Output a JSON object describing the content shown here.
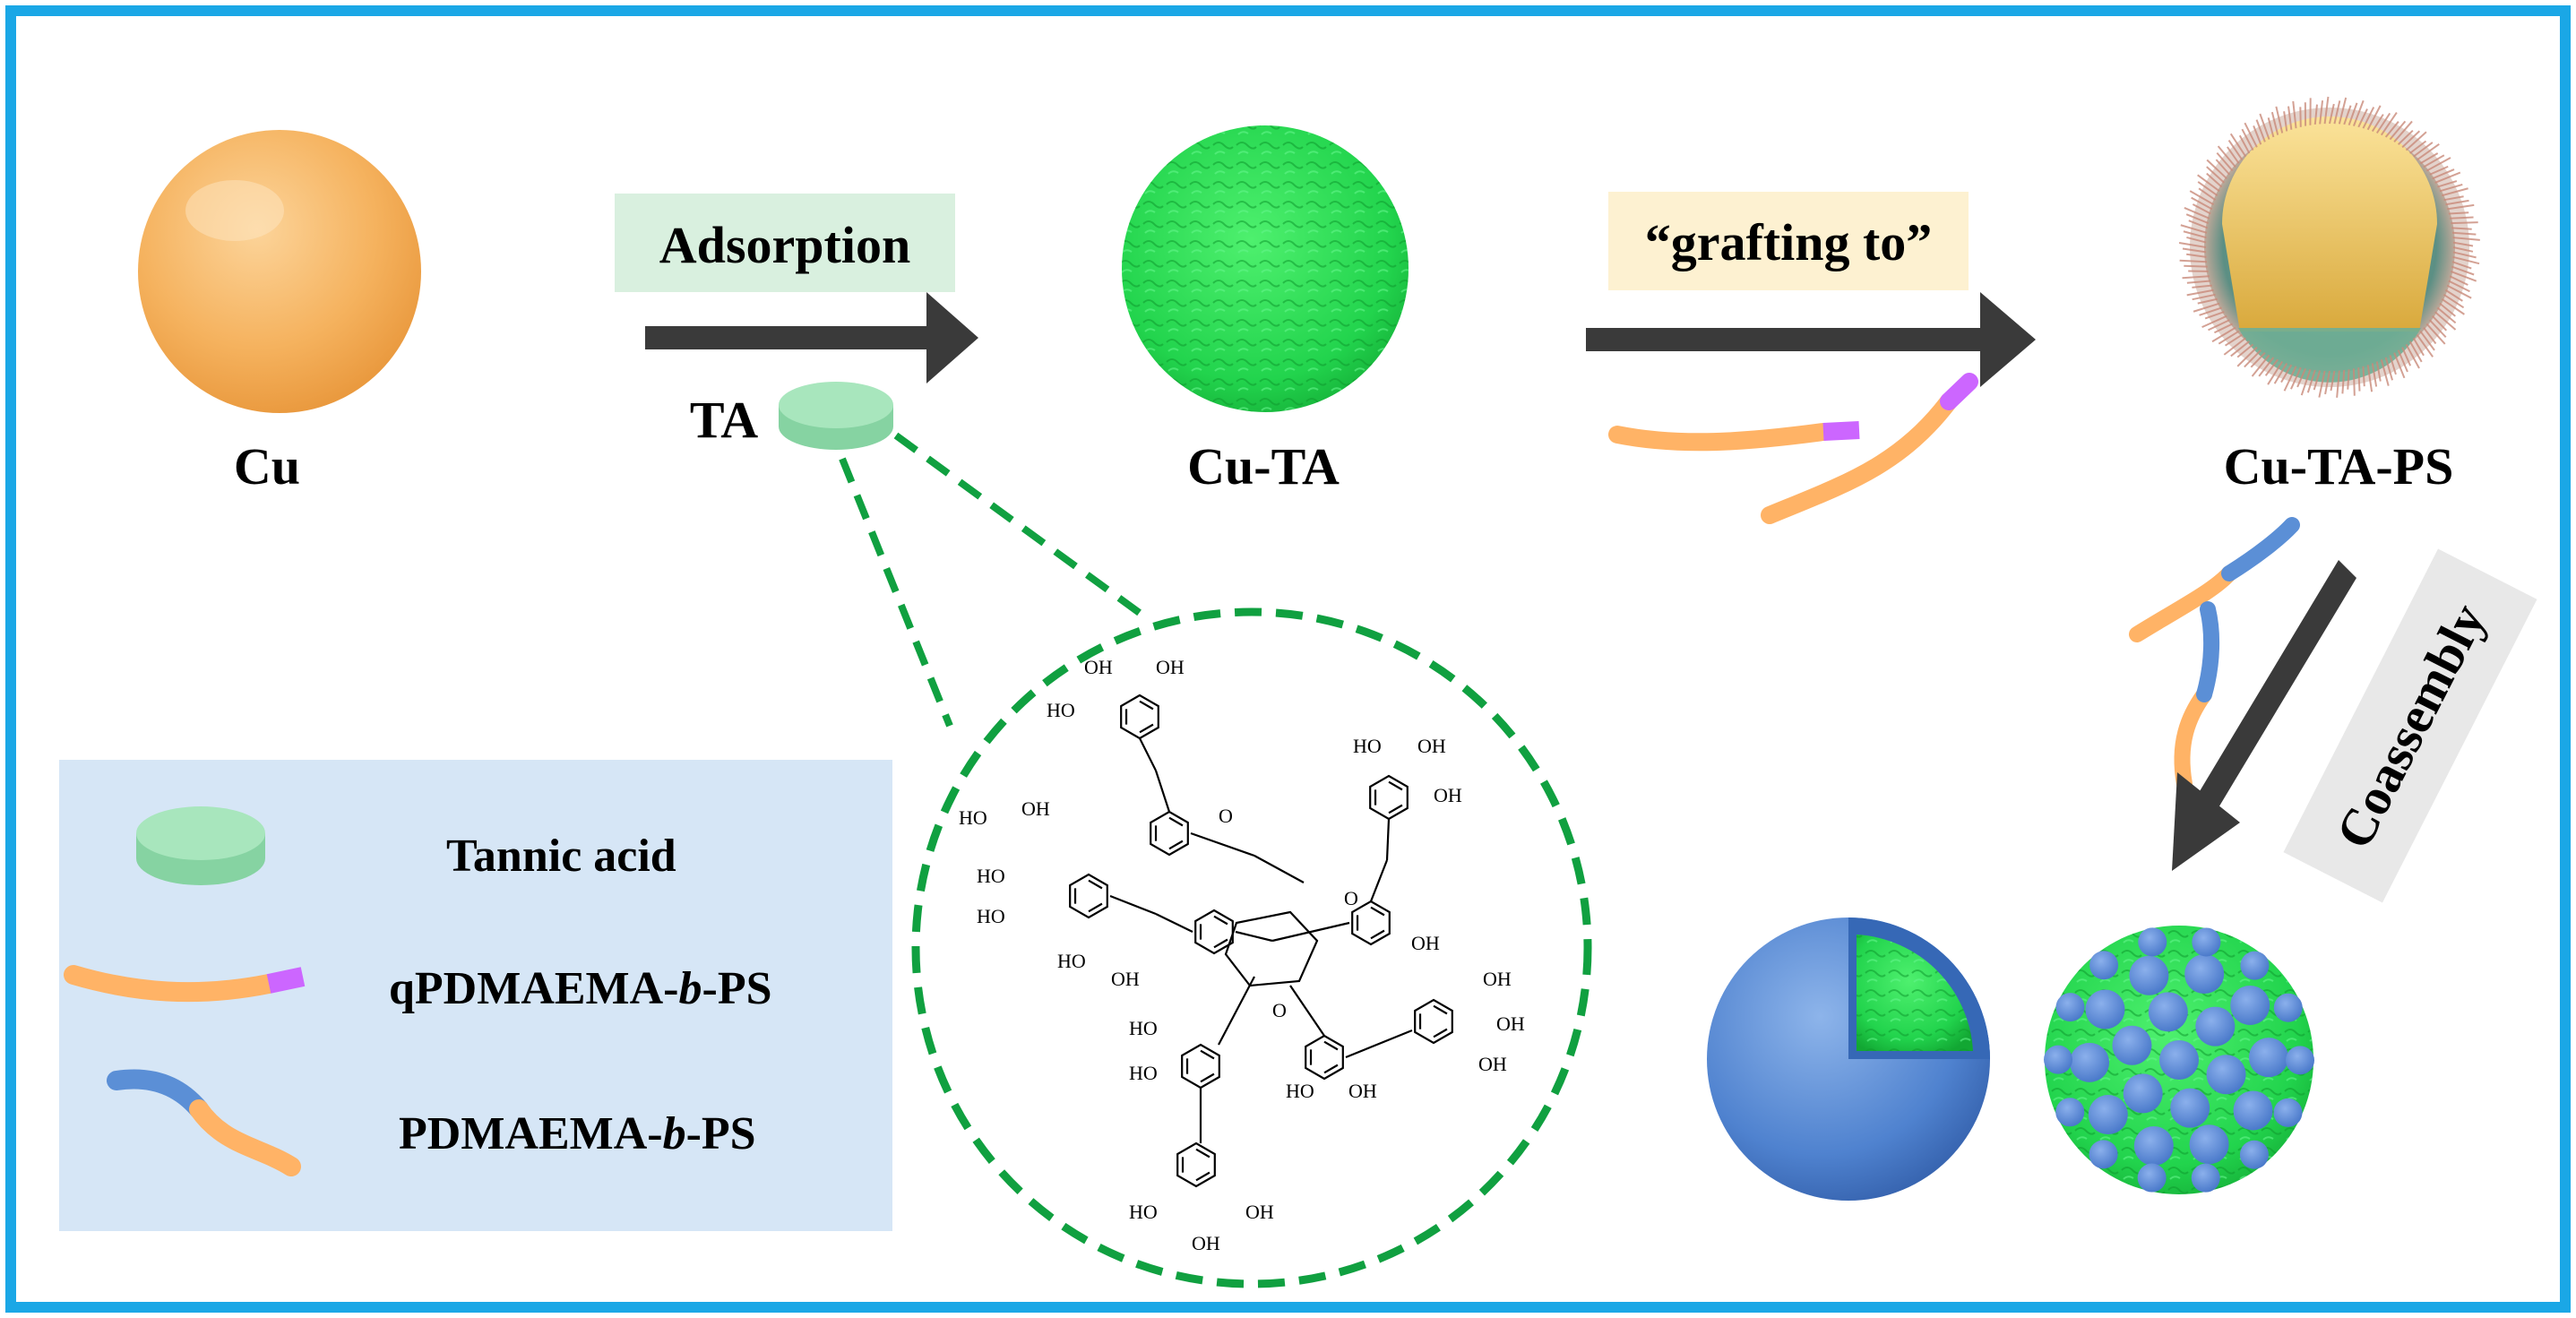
{
  "figure": {
    "frame_color": "#1aa7e6",
    "colors": {
      "cu": "#f5b25e",
      "ta_green": "#22d44d",
      "tannic_disk": "#a8e6bd",
      "orange_chain": "#ffb366",
      "purple_end": "#cc66ff",
      "blue_block": "#5b8fd6",
      "arrow": "#3a3a3a",
      "dash_green": "#10a040",
      "legend_bg": "#d6e6f6",
      "adsorption_bg": "#d9f0df",
      "grafting_bg": "#fdf1d1",
      "coassembly_bg": "#e8e8e8"
    }
  },
  "particles": {
    "cu_label": "Cu",
    "cu_ta_label": "Cu-TA",
    "cu_ta_ps_label": "Cu-TA-PS"
  },
  "steps": {
    "adsorption_label": "Adsorption",
    "ta_label": "TA",
    "grafting_label": "“grafting to”",
    "coassembly_label": "Coassembly"
  },
  "legend": {
    "tannic_acid": "Tannic acid",
    "q_prefix": "qPDMAEMA-",
    "b_italic": "b",
    "ps_suffix": "-PS",
    "p_prefix": "PDMAEMA-"
  },
  "structure": {
    "oh": "OH",
    "ho": "HO",
    "o": "O"
  }
}
